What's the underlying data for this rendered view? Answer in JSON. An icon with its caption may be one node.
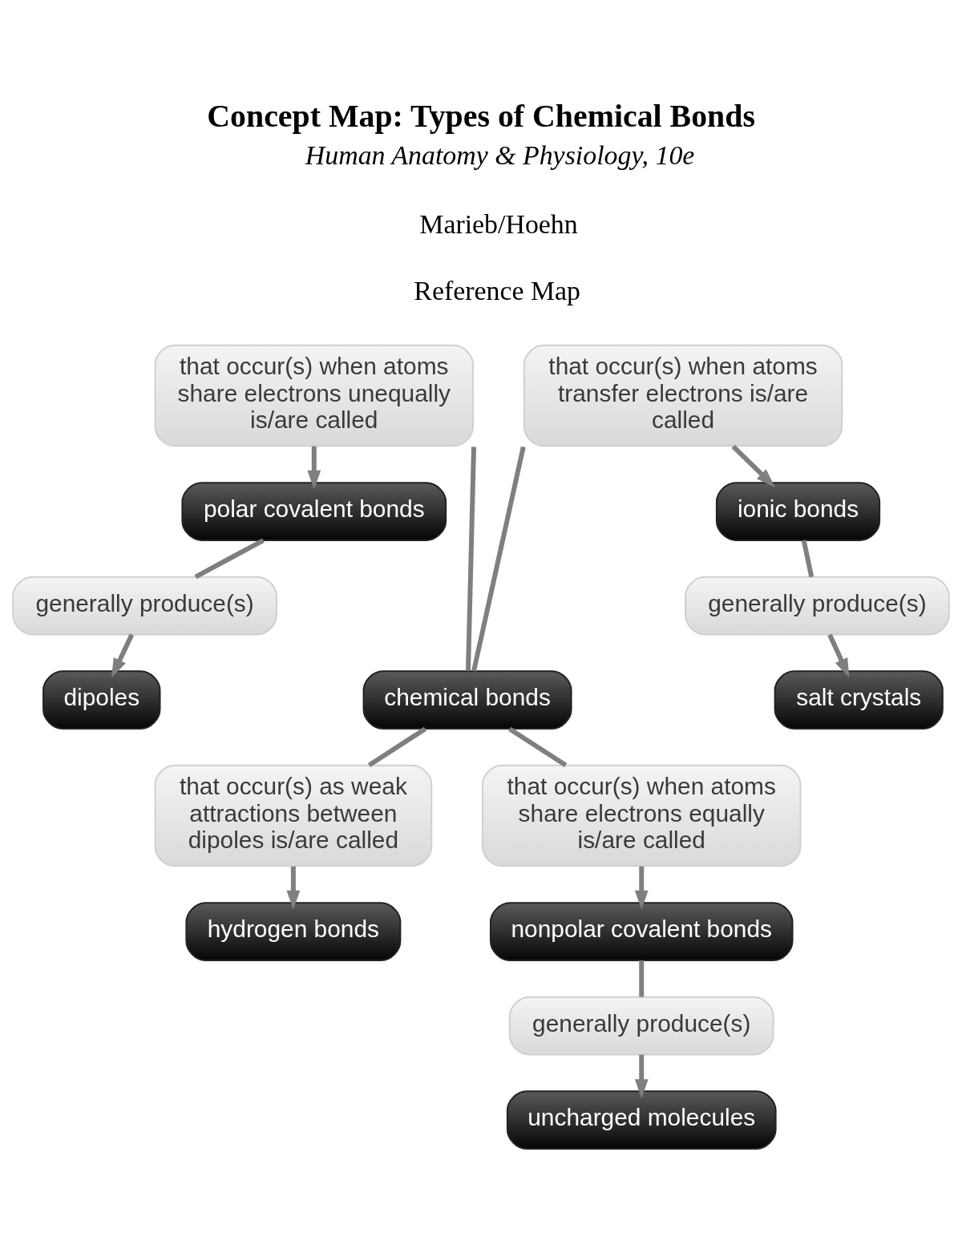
{
  "diagram": {
    "title": "Concept Map: Types of Chemical Bonds",
    "nodes": [
      {
        "text": [
          "chemical bonds"
        ]
      },
      {
        "text": [
          "that occur(s) when atoms share electrons unequally is/are called"
        ]
      },
      {
        "text": [
          "polar covalent bonds"
        ]
      },
      {
        "text": [
          "generally produce(s)"
        ]
      },
      {
        "text": [
          "dipoles"
        ]
      },
      {
        "text": [
          "that occur(s) when atoms transfer electrons is/are called"
        ]
      },
      {
        "text": [
          "ionic bonds"
        ]
      },
      {
        "text": [
          "generally produce(s)"
        ]
      },
      {
        "text": [
          "salt crystals"
        ]
      },
      {
        "text": [
          "that occur(s) as weak attractions between dipoles is/are called"
        ]
      },
      {
        "text": [
          "hydrogen bonds"
        ]
      },
      {
        "text": [
          "that occur(s) when atoms share electrons equally is/are called"
        ]
      },
      {
        "text": [
          "nonpolar covalent bonds"
        ]
      },
      {
        "text": [
          "generally produce(s)"
        ]
      },
      {
        "text": [
          "uncharged molecules"
        ]
      }
    ],
    "edges": [
      {
        "from": 0,
        "to": 1,
        "arrow": "none"
      },
      {
        "from": 1,
        "to": 2,
        "arrow": "to"
      },
      {
        "from": 2,
        "to": 3,
        "arrow": "none"
      },
      {
        "from": 3,
        "to": 4,
        "arrow": "to"
      },
      {
        "from": 0,
        "to": 5,
        "arrow": "none"
      },
      {
        "from": 5,
        "to": 6,
        "arrow": "to"
      },
      {
        "from": 6,
        "to": 7,
        "arrow": "none"
      },
      {
        "from": 7,
        "to": 8,
        "arrow": "to"
      },
      {
        "from": 0,
        "to": 9,
        "arrow": "none"
      },
      {
        "from": 9,
        "to": 10,
        "arrow": "to"
      },
      {
        "from": 0,
        "to": 11,
        "arrow": "none"
      },
      {
        "from": 11,
        "to": 12,
        "arrow": "to"
      },
      {
        "from": 12,
        "to": 13,
        "arrow": "none"
      },
      {
        "from": 13,
        "to": 14,
        "arrow": "to"
      }
    ],
    "labels": [
      "Human Anatomy & Physiology, 10e",
      "Marieb/Hoehn",
      "Reference Map"
    ]
  }
}
